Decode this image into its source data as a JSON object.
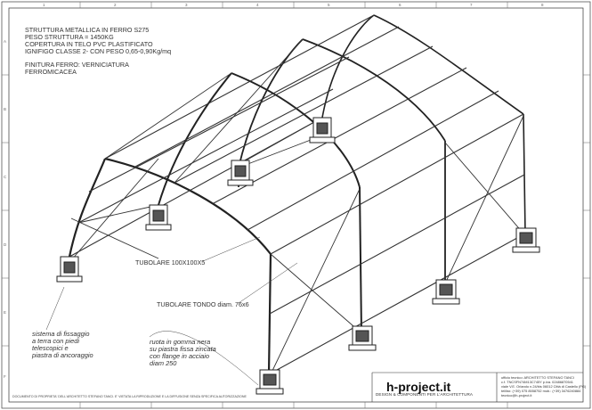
{
  "specs": [
    "STRUTTURA METALLICA IN FERRO S275",
    "PESO STRUTTURA = 1450KG",
    "COPERTURA IN TELO PVC PLASTIFICATO",
    "IGNIFIGO CLASSE 2- CON PESO 0,65-0,90Kg/mq"
  ],
  "finish": [
    "FINITURA FERRO: VERNICIATURA",
    "FERROMICACEA"
  ],
  "callouts": {
    "tubolare_square": "TUBOLARE 100X100X5",
    "tubolare_round": "TUBOLARE TONDO diam. 76x6"
  },
  "notes": {
    "anchoring": [
      "sistema di fissaggio",
      "a terra con piedi",
      "telescopici e",
      "piastra di ancoraggio"
    ],
    "wheel": [
      "ruota in gomma nera",
      "su piastra fissa zincata",
      "con flange in acciaio",
      "diam 250"
    ]
  },
  "title_block": {
    "brand": "h-project.it",
    "tagline": "DESIGN & COMPONENTI PER L'ARCHITETTURA",
    "office_lines": [
      "ufficio tecnico:  ARCHITETTO STEFANO TANCI",
      "c.f. TNCSFN74M13C745Y    p.iva. 02486870541",
      "viale V.E. Orlando n.24/bis 06012 Città di Castello (PG)",
      "tel/fax: (+39) 075 8558752   mob.: (+39) 3476240884",
      "tecnico@h-project.it"
    ],
    "disclaimer": "DOCUMENTO DI PROPRIETA' DELL'ARCHITETTO STEFANO TANCI.  E' VIETATA LA RIPRODUZIONE E LA DIFFUSIONE SENZA SPECIFICA AUTORIZZAZIONE"
  },
  "frame_refs": {
    "columns": [
      "1",
      "2",
      "3",
      "4",
      "5",
      "6",
      "7",
      "8"
    ],
    "rows": [
      "A",
      "B",
      "C",
      "D",
      "E",
      "F"
    ]
  }
}
